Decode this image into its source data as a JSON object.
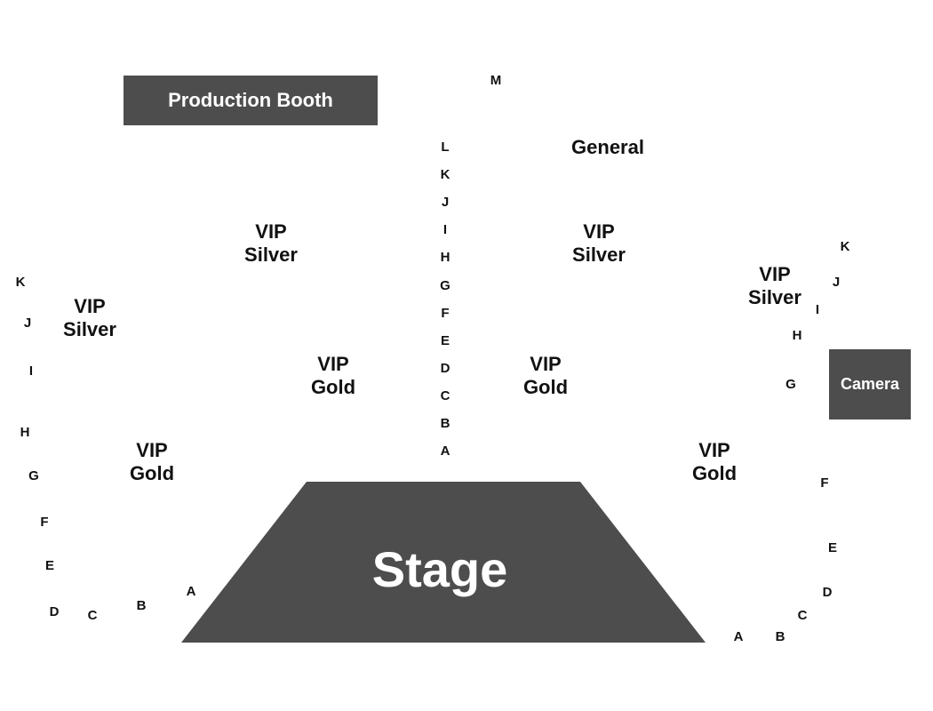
{
  "production_booth": "Production Booth",
  "camera": "Camera",
  "stage": "Stage",
  "sections": {
    "general": "General",
    "vip_silver_left": [
      "VIP",
      "Silver"
    ],
    "vip_silver_center_left": [
      "VIP",
      "Silver"
    ],
    "vip_silver_center_right": [
      "VIP",
      "Silver"
    ],
    "vip_silver_right": [
      "VIP",
      "Silver"
    ],
    "vip_gold_left": [
      "VIP",
      "Gold"
    ],
    "vip_gold_center_left": [
      "VIP",
      "Gold"
    ],
    "vip_gold_center_right": [
      "VIP",
      "Gold"
    ],
    "vip_gold_right": [
      "VIP",
      "Gold"
    ]
  },
  "rows": {
    "center_top": "M",
    "center": [
      "L",
      "K",
      "J",
      "I",
      "H",
      "G",
      "F",
      "E",
      "D",
      "C",
      "B",
      "A"
    ],
    "left": [
      "K",
      "J",
      "I",
      "H",
      "G",
      "F",
      "E",
      "D",
      "C",
      "B",
      "A"
    ],
    "right": [
      "K",
      "J",
      "I",
      "H",
      "G",
      "F",
      "E",
      "D",
      "C",
      "B",
      "A"
    ]
  },
  "colors": {
    "shape_fill": "#4d4d4d",
    "label_text": "#111111",
    "shape_text": "#ffffff",
    "background": "#ffffff"
  }
}
